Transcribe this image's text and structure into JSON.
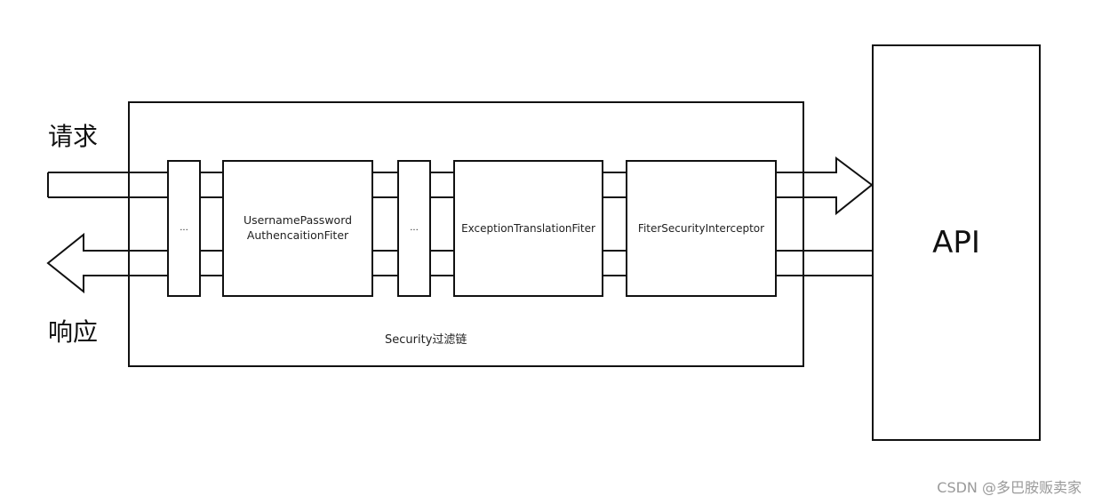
{
  "request_label": "请求",
  "response_label": "响应",
  "chain": {
    "label": "Security过滤链",
    "filters": [
      {
        "id": "ellipsis-1",
        "label": "..."
      },
      {
        "id": "username-password",
        "label": "UsernamePassword\nAuthencaitionFiter"
      },
      {
        "id": "ellipsis-2",
        "label": "..."
      },
      {
        "id": "exception-translation",
        "label": "ExceptionTranslationFiter"
      },
      {
        "id": "filter-security-interceptor",
        "label": "FiterSecurityInterceptor"
      }
    ]
  },
  "api_label": "API",
  "watermark": "CSDN @多巴胺贩卖家",
  "colors": {
    "stroke": "#111111",
    "background": "#ffffff"
  }
}
